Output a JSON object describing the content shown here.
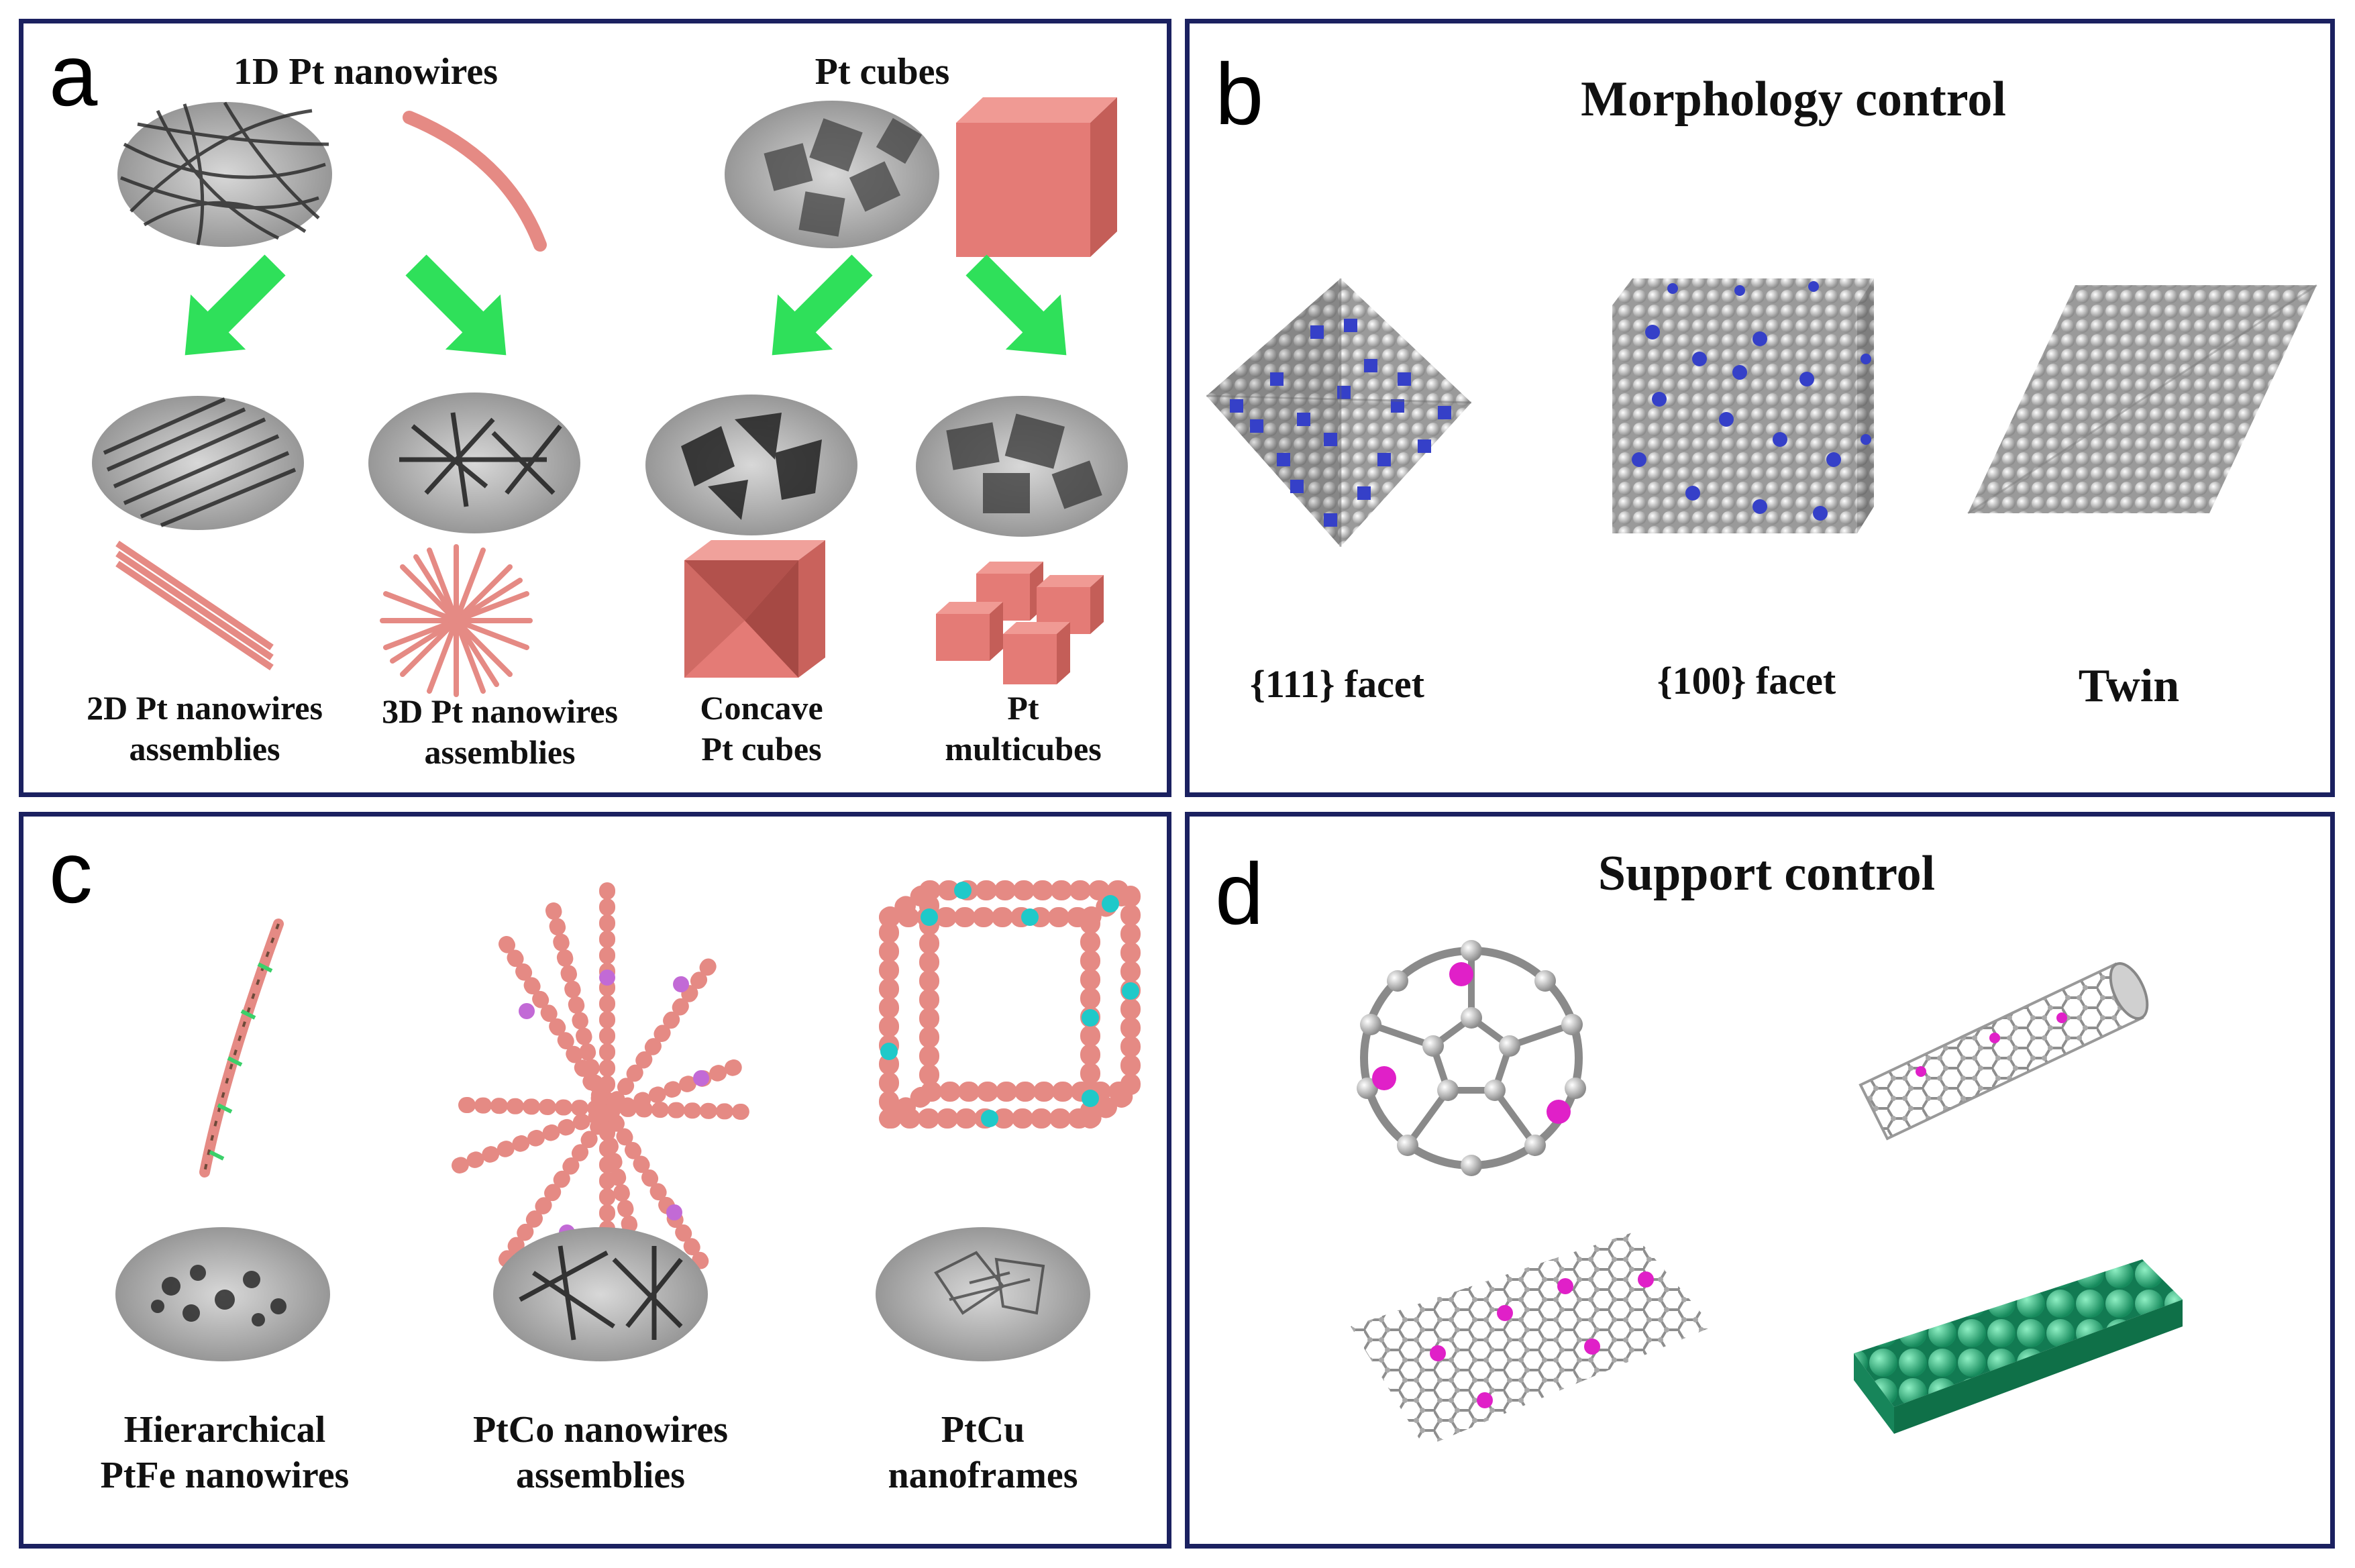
{
  "panel_a": {
    "letter": "a",
    "title_left": "1D Pt nanowires",
    "title_right": "Pt cubes",
    "labels": [
      "2D Pt nanowires\nassemblies",
      "3D Pt nanowires\nassemblies",
      "Concave\nPt cubes",
      "Pt\nmulticubes"
    ]
  },
  "panel_b": {
    "letter": "b",
    "title": "Morphology  control",
    "labels": [
      "{111} facet",
      "{100} facet",
      "Twin"
    ]
  },
  "panel_c": {
    "letter": "c",
    "labels": [
      "Hierarchical\nPtFe nanowires",
      "PtCo nanowires\nassemblies",
      "PtCu\nnanoframes"
    ]
  },
  "panel_d": {
    "letter": "d",
    "title": "Support  control"
  },
  "colors": {
    "border": "#1b2160",
    "pt_pink": "#e58a84",
    "arrow_green": "#2fe05a",
    "dopant_blue": "#3540c8",
    "carbon_grey": "#b8b8b8",
    "dopant_magenta": "#e020c8",
    "cyan": "#1fc9c9",
    "support_green": "#23b981"
  }
}
